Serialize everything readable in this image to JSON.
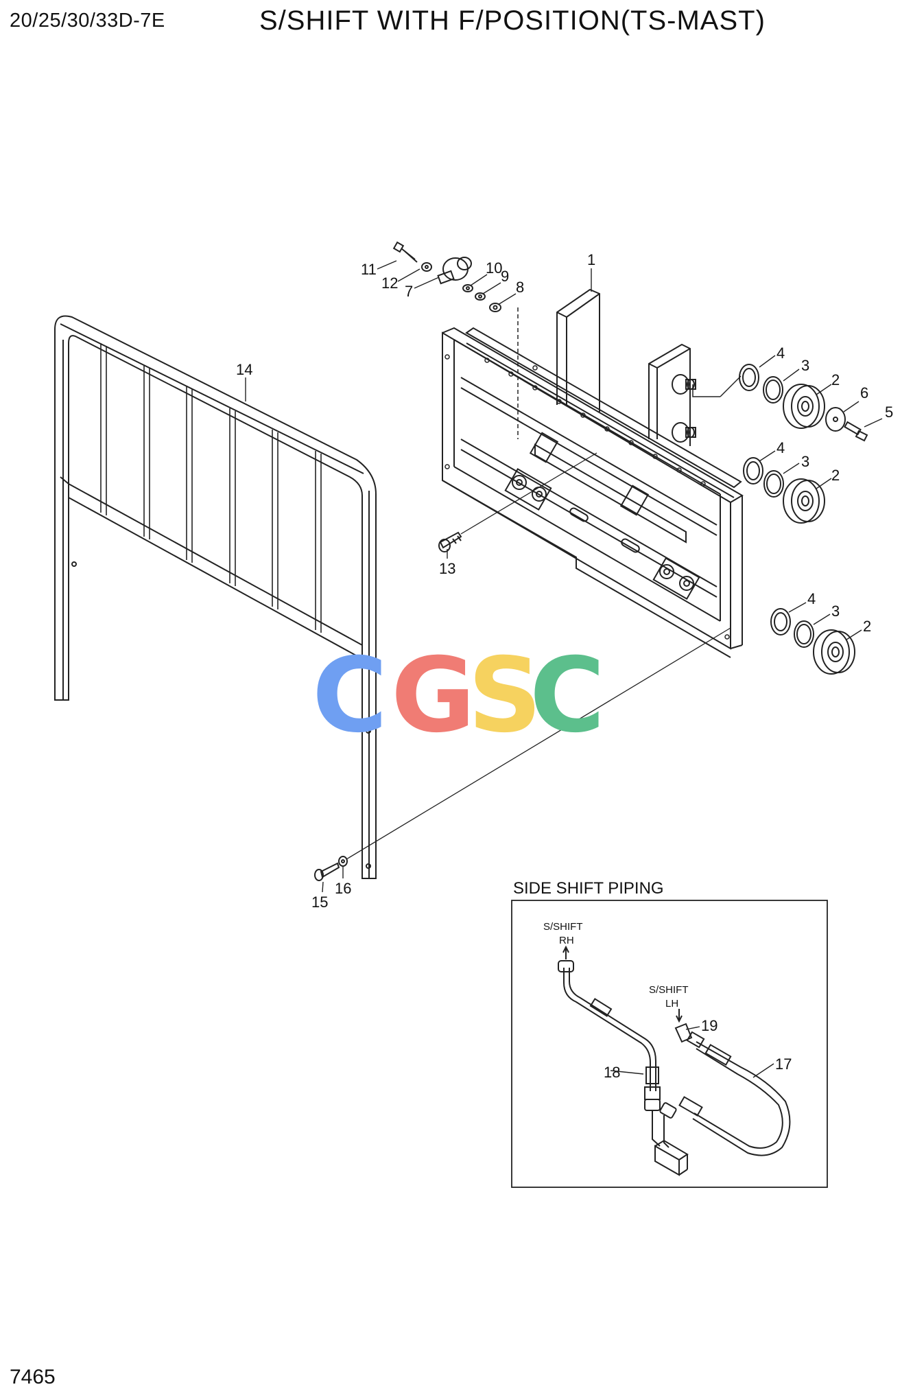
{
  "header": {
    "model": "20/25/30/33D-7E",
    "title": "S/SHIFT WITH F/POSITION(TS-MAST)"
  },
  "footer": {
    "page_number": "7465"
  },
  "callouts": [
    "1",
    "2",
    "3",
    "4",
    "5",
    "6",
    "7",
    "8",
    "9",
    "10",
    "11",
    "12",
    "13",
    "14",
    "15",
    "16",
    "2",
    "3",
    "4",
    "2",
    "3",
    "4"
  ],
  "piping": {
    "title": "SIDE SHIFT PIPING",
    "rh_label_1": "S/SHIFT",
    "rh_label_2": "RH",
    "lh_label_1": "S/SHIFT",
    "lh_label_2": "LH",
    "callout_17": "17",
    "callout_18": "18",
    "callout_19": "19"
  },
  "watermark": {
    "letters": [
      "C",
      "G",
      "S",
      "C"
    ],
    "colors": [
      "#6f9ff2",
      "#f07c74",
      "#f6d25f",
      "#5cbf8c"
    ]
  }
}
